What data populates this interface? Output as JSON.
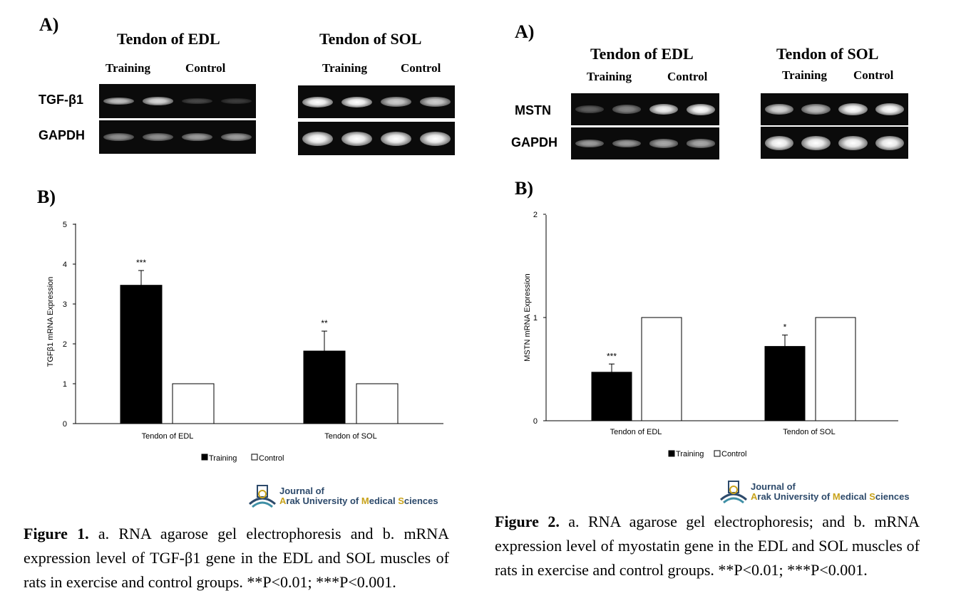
{
  "figure1": {
    "label_a": "A)",
    "label_b": "B)",
    "gel": {
      "group1_title": "Tendon of EDL",
      "group2_title": "Tendon of SOL",
      "lane1": "Training",
      "lane2": "Control",
      "gene": "TGF-β1",
      "ref": "GAPDH",
      "edl_gene_bands": [
        0.75,
        0.85,
        0.25,
        0.2
      ],
      "edl_ref_bands": [
        0.55,
        0.55,
        0.6,
        0.6
      ],
      "sol_gene_bands": [
        1.0,
        1.0,
        0.8,
        0.8
      ],
      "sol_ref_bands": [
        1.0,
        1.0,
        1.0,
        1.0
      ]
    },
    "caption_bold": "Figure 1.",
    "caption_text": " a. RNA agarose gel electrophoresis and b. mRNA expression level of TGF-β1 gene in the EDL and SOL muscles of rats in exercise and control groups. **P<0.01; ***P<0.001."
  },
  "figure2": {
    "label_a": "A)",
    "label_b": "B)",
    "gel": {
      "group1_title": "Tendon of EDL",
      "group2_title": "Tendon of SOL",
      "lane1": "Training",
      "lane2": "Control",
      "gene": "MSTN",
      "ref": "GAPDH",
      "edl_gene_bands": [
        0.35,
        0.5,
        0.95,
        1.0
      ],
      "edl_ref_bands": [
        0.6,
        0.6,
        0.65,
        0.65
      ],
      "sol_gene_bands": [
        0.85,
        0.75,
        1.0,
        1.0
      ],
      "sol_ref_bands": [
        1.0,
        1.0,
        1.0,
        1.0
      ]
    },
    "caption_bold": "Figure 2.",
    "caption_text": " a. RNA agarose gel electrophoresis; and b. mRNA expression level of myostatin gene in the EDL and SOL muscles of rats in exercise and control groups. **P<0.01; ***P<0.001."
  },
  "journal": {
    "line1": "Journal of",
    "line2_parts": [
      "A",
      "rak University of ",
      "M",
      "edical ",
      "S",
      "ciences"
    ]
  },
  "chart_data": [
    {
      "type": "bar",
      "categories": [
        "Tendon of EDL",
        "Tendon of SOL"
      ],
      "series": [
        {
          "name": "Training",
          "values": [
            3.47,
            1.82
          ],
          "error": [
            0.37,
            0.5
          ],
          "color": "#000000"
        },
        {
          "name": "Control",
          "values": [
            1.0,
            1.0
          ],
          "error": [
            0,
            0
          ],
          "color": "#ffffff"
        }
      ],
      "annotations": [
        "***",
        "**"
      ],
      "title": "",
      "xlabel": "",
      "ylabel": "TGFβ1 mRNA Expression",
      "ylim": [
        0,
        5
      ],
      "yticks": [
        0,
        1,
        2,
        3,
        4,
        5
      ],
      "grid": false,
      "legend": "bottom"
    },
    {
      "type": "bar",
      "categories": [
        "Tendon of EDL",
        "Tendon of SOL"
      ],
      "series": [
        {
          "name": "Training",
          "values": [
            0.47,
            0.72
          ],
          "error": [
            0.08,
            0.11
          ],
          "color": "#000000"
        },
        {
          "name": "Control",
          "values": [
            1.0,
            1.0
          ],
          "error": [
            0,
            0
          ],
          "color": "#ffffff"
        }
      ],
      "annotations": [
        "***",
        "*"
      ],
      "title": "",
      "xlabel": "",
      "ylabel": "MSTN mRNA Expression",
      "ylim": [
        0,
        2
      ],
      "yticks": [
        0,
        1,
        2
      ],
      "grid": false,
      "legend": "bottom"
    }
  ]
}
